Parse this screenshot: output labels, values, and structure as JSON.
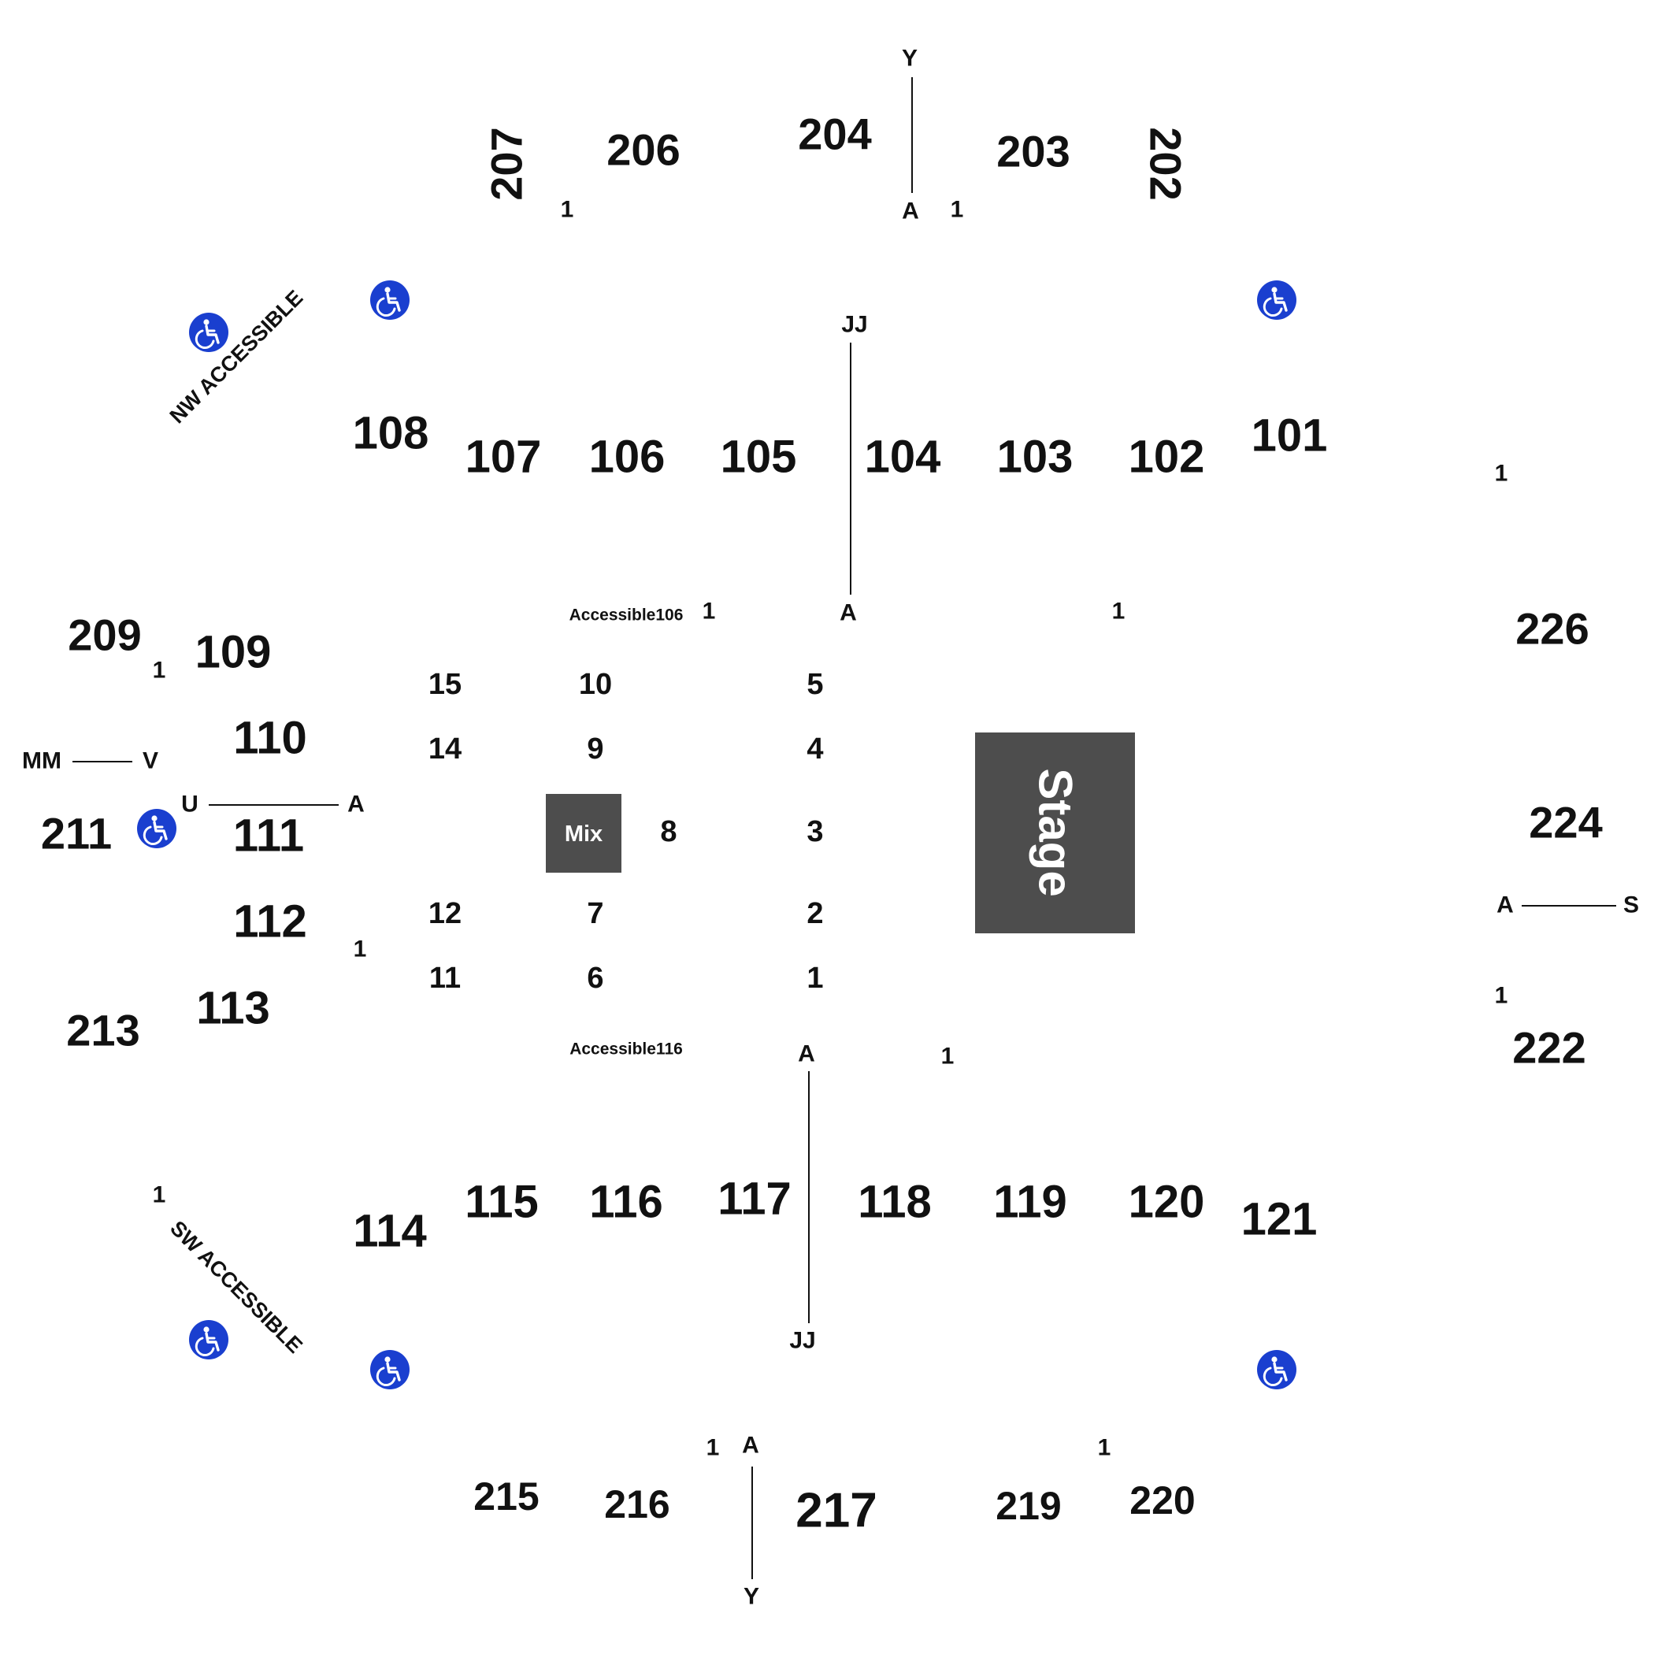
{
  "sections": {
    "s101": "101",
    "s102": "102",
    "s103": "103",
    "s104": "104",
    "s105": "105",
    "s106": "106",
    "s107": "107",
    "s108": "108",
    "s109": "109",
    "s110": "110",
    "s111": "111",
    "s112": "112",
    "s113": "113",
    "s114": "114",
    "s115": "115",
    "s116": "116",
    "s117": "117",
    "s118": "118",
    "s119": "119",
    "s120": "120",
    "s121": "121",
    "s202": "202",
    "s203": "203",
    "s204": "204",
    "s206": "206",
    "s207": "207",
    "s209": "209",
    "s211": "211",
    "s213": "213",
    "s215": "215",
    "s216": "216",
    "s217": "217",
    "s219": "219",
    "s220": "220",
    "s222": "222",
    "s224": "224",
    "s226": "226"
  },
  "floor_sections": {
    "f1": "1",
    "f2": "2",
    "f3": "3",
    "f4": "4",
    "f5": "5",
    "f6": "6",
    "f7": "7",
    "f8": "8",
    "f9": "9",
    "f10": "10",
    "f11": "11",
    "f12": "12",
    "f14": "14",
    "f15": "15"
  },
  "row_labels": {
    "y": "Y",
    "a": "A",
    "jj": "JJ",
    "mm": "MM",
    "v": "V",
    "u": "U",
    "s": "S",
    "one": "1"
  },
  "features": {
    "stage": "Stage",
    "mix": "Mix",
    "accessible106": "Accessible106",
    "accessible116": "Accessible116",
    "nw_accessible": "NW ACCESSIBLE",
    "sw_accessible": "SW ACCESSIBLE"
  },
  "icons": {
    "accessibility": "wheelchair-icon"
  },
  "colors": {
    "accessibility_blue": "#1a3fcf",
    "stage_fill": "#4d4d4d",
    "text": "#111111"
  }
}
